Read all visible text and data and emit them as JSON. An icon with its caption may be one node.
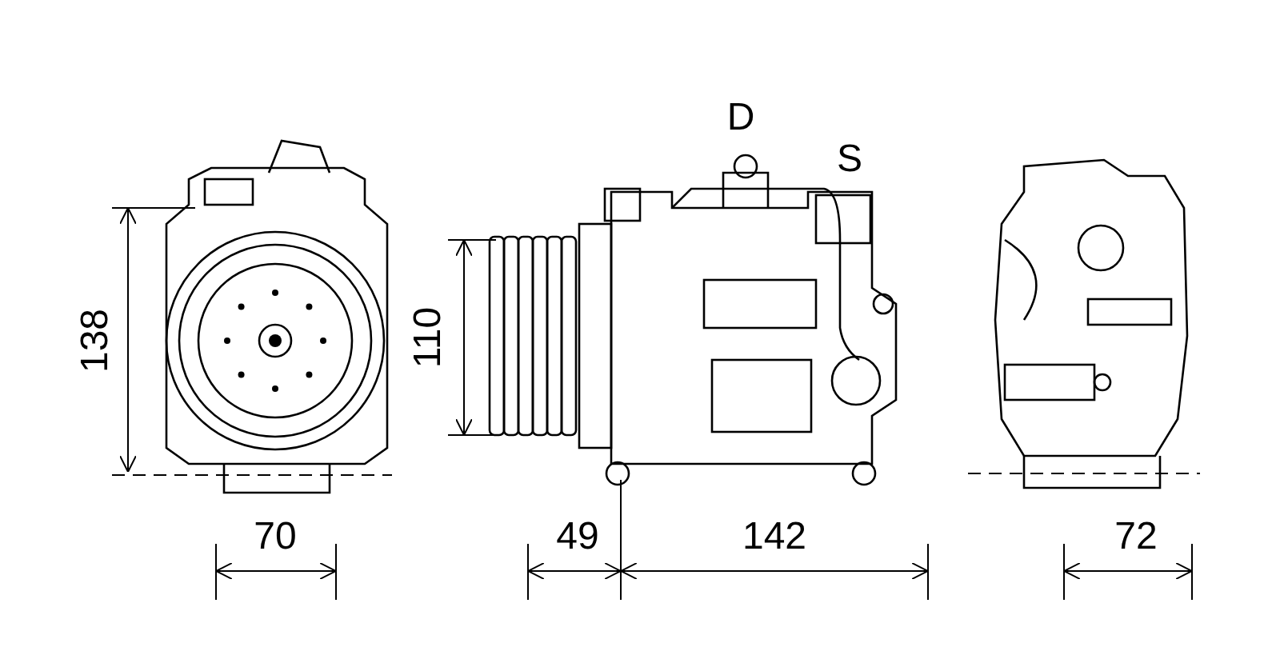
{
  "diagram": {
    "labels": [
      "D",
      "S",
      "138",
      "110",
      "70",
      "49",
      "142",
      "72"
    ]
  }
}
